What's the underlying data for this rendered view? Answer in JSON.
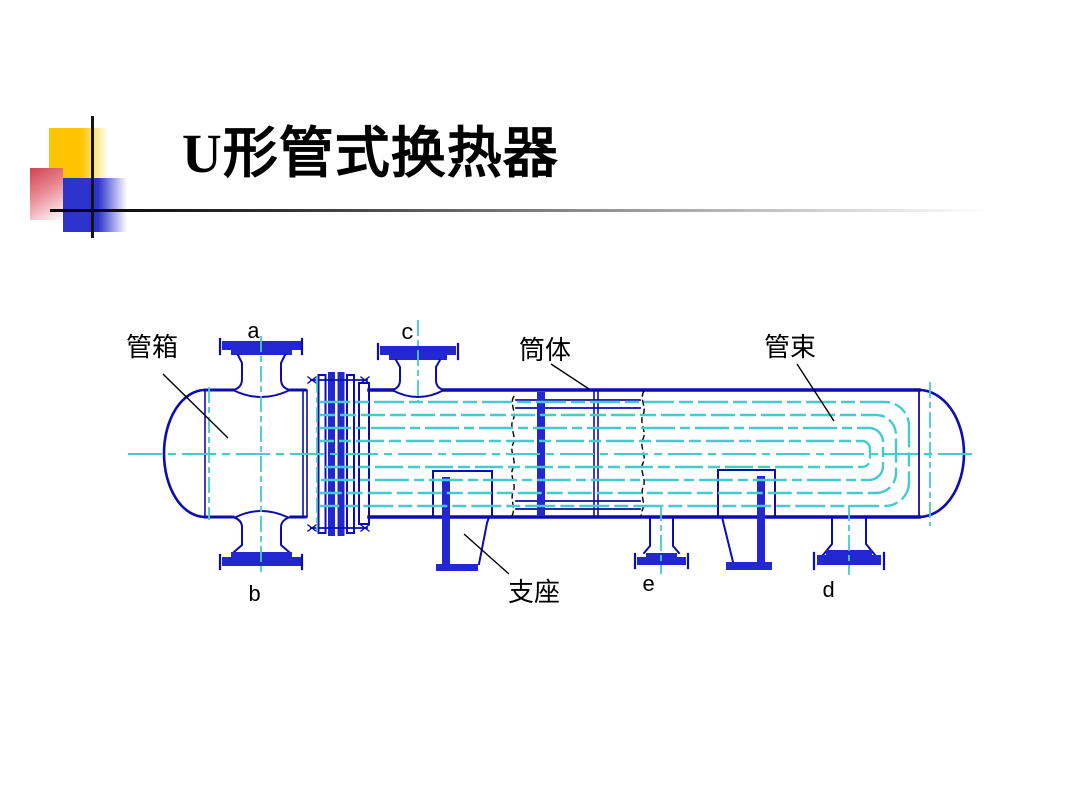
{
  "slide": {
    "title": "U形管式换热器",
    "background": "#ffffff"
  },
  "decor": {
    "yellow_square": "#ffc400",
    "blue_square": "#2e34cb",
    "red_square": "#cf4250",
    "cross_line": "#141414"
  },
  "diagram": {
    "type": "technical-drawing",
    "subject": "U-tube shell-and-tube heat exchanger",
    "colors": {
      "outline_navy": "#0d0dad",
      "fill_blue": "#2227d2",
      "tube_cyan": "#45cbce",
      "label_black": "#000000"
    },
    "labels": {
      "tube_box": "管箱",
      "shell": "筒体",
      "tube_bundle": "管束",
      "support": "支座",
      "nozzle_a": "a",
      "nozzle_b": "b",
      "nozzle_c": "c",
      "nozzle_d": "d",
      "nozzle_e": "e"
    }
  }
}
